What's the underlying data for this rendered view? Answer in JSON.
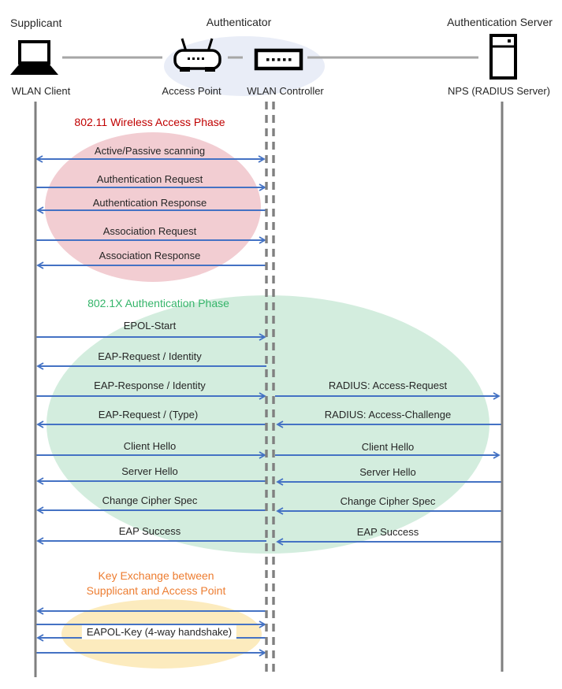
{
  "actors": {
    "supplicant": {
      "role": "Supplicant",
      "device": "WLAN Client"
    },
    "authenticator": {
      "role": "Authenticator",
      "device_ap": "Access Point",
      "device_wlc": "WLAN Controller"
    },
    "auth_server": {
      "role": "Authentication Server",
      "device": "NPS (RADIUS Server)"
    }
  },
  "phases": {
    "phase1": {
      "title": "802.11 Wireless Access Phase",
      "messages": [
        {
          "label": "Active/Passive scanning",
          "direction": "bidirectional"
        },
        {
          "label": "Authentication Request",
          "direction": "right"
        },
        {
          "label": "Authentication Response",
          "direction": "left"
        },
        {
          "label": "Association Request",
          "direction": "right"
        },
        {
          "label": "Association Response",
          "direction": "left"
        }
      ]
    },
    "phase2": {
      "title": "802.1X Authentication Phase",
      "left_messages": [
        {
          "label": "EPOL-Start",
          "direction": "right"
        },
        {
          "label": "EAP-Request / Identity",
          "direction": "left"
        },
        {
          "label": "EAP-Response / Identity",
          "direction": "right"
        },
        {
          "label": "EAP-Request / (Type)",
          "direction": "left"
        },
        {
          "label": "Client Hello",
          "direction": "right"
        },
        {
          "label": "Server Hello",
          "direction": "left"
        },
        {
          "label": "Change Cipher Spec",
          "direction": "left"
        },
        {
          "label": "EAP Success",
          "direction": "left"
        }
      ],
      "right_messages": [
        {
          "label": "RADIUS: Access-Request",
          "direction": "right"
        },
        {
          "label": "RADIUS: Access-Challenge",
          "direction": "left"
        },
        {
          "label": "Client Hello",
          "direction": "right"
        },
        {
          "label": "Server Hello",
          "direction": "left"
        },
        {
          "label": "Change Cipher Spec",
          "direction": "left"
        },
        {
          "label": "EAP Success",
          "direction": "left"
        }
      ]
    },
    "phase3": {
      "title_line1": "Key Exchange between",
      "title_line2": "Supplicant and Access Point",
      "message": "EAPOL-Key (4-way handshake)",
      "arrow_directions": [
        "left",
        "right",
        "left",
        "right"
      ]
    }
  },
  "colors": {
    "phase1_title": "#C00000",
    "phase2_title": "#35B56A",
    "phase3_title": "#ED7D31",
    "arrow": "#4472C4",
    "lifeline": "#7F7F7F",
    "ellipse_phase1": "#F2CDD2",
    "ellipse_phase2": "#D3EDDE",
    "ellipse_phase3": "#FCEBBE",
    "ellipse_authenticator": "#E9EDF7",
    "icon_stroke": "#000000",
    "connector": "#A6A6A6"
  }
}
